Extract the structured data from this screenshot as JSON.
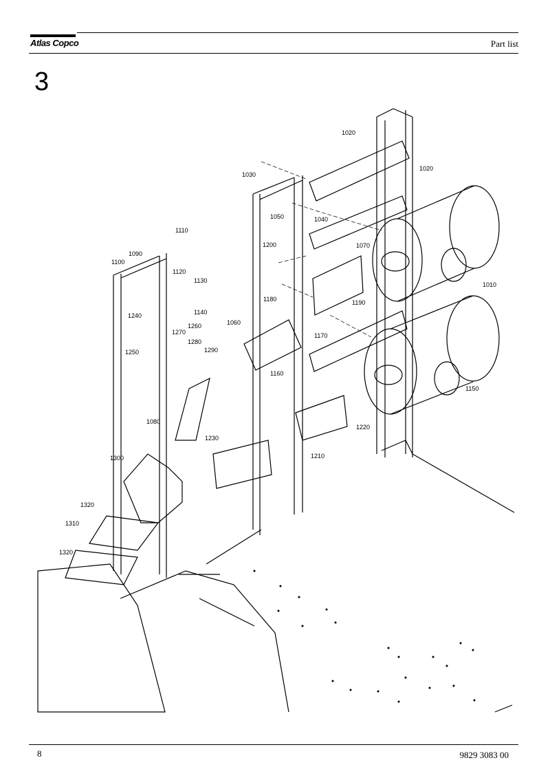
{
  "header": {
    "logo": "Atlas Copco",
    "title": "Part list"
  },
  "section_number": "3",
  "drawing": {
    "callouts": [
      "1010",
      "1020",
      "1020",
      "1030",
      "1040",
      "1050",
      "1060",
      "1070",
      "1080",
      "1090",
      "1100",
      "1110",
      "1120",
      "1130",
      "1140",
      "1150",
      "1160",
      "1170",
      "1180",
      "1190",
      "1200",
      "1210",
      "1220",
      "1230",
      "1240",
      "1250",
      "1260",
      "1270",
      "1280",
      "1290",
      "1300",
      "1310",
      "1320",
      "1320"
    ]
  },
  "footer": {
    "page_number": "8",
    "doc_number": "9829 3083 00"
  }
}
